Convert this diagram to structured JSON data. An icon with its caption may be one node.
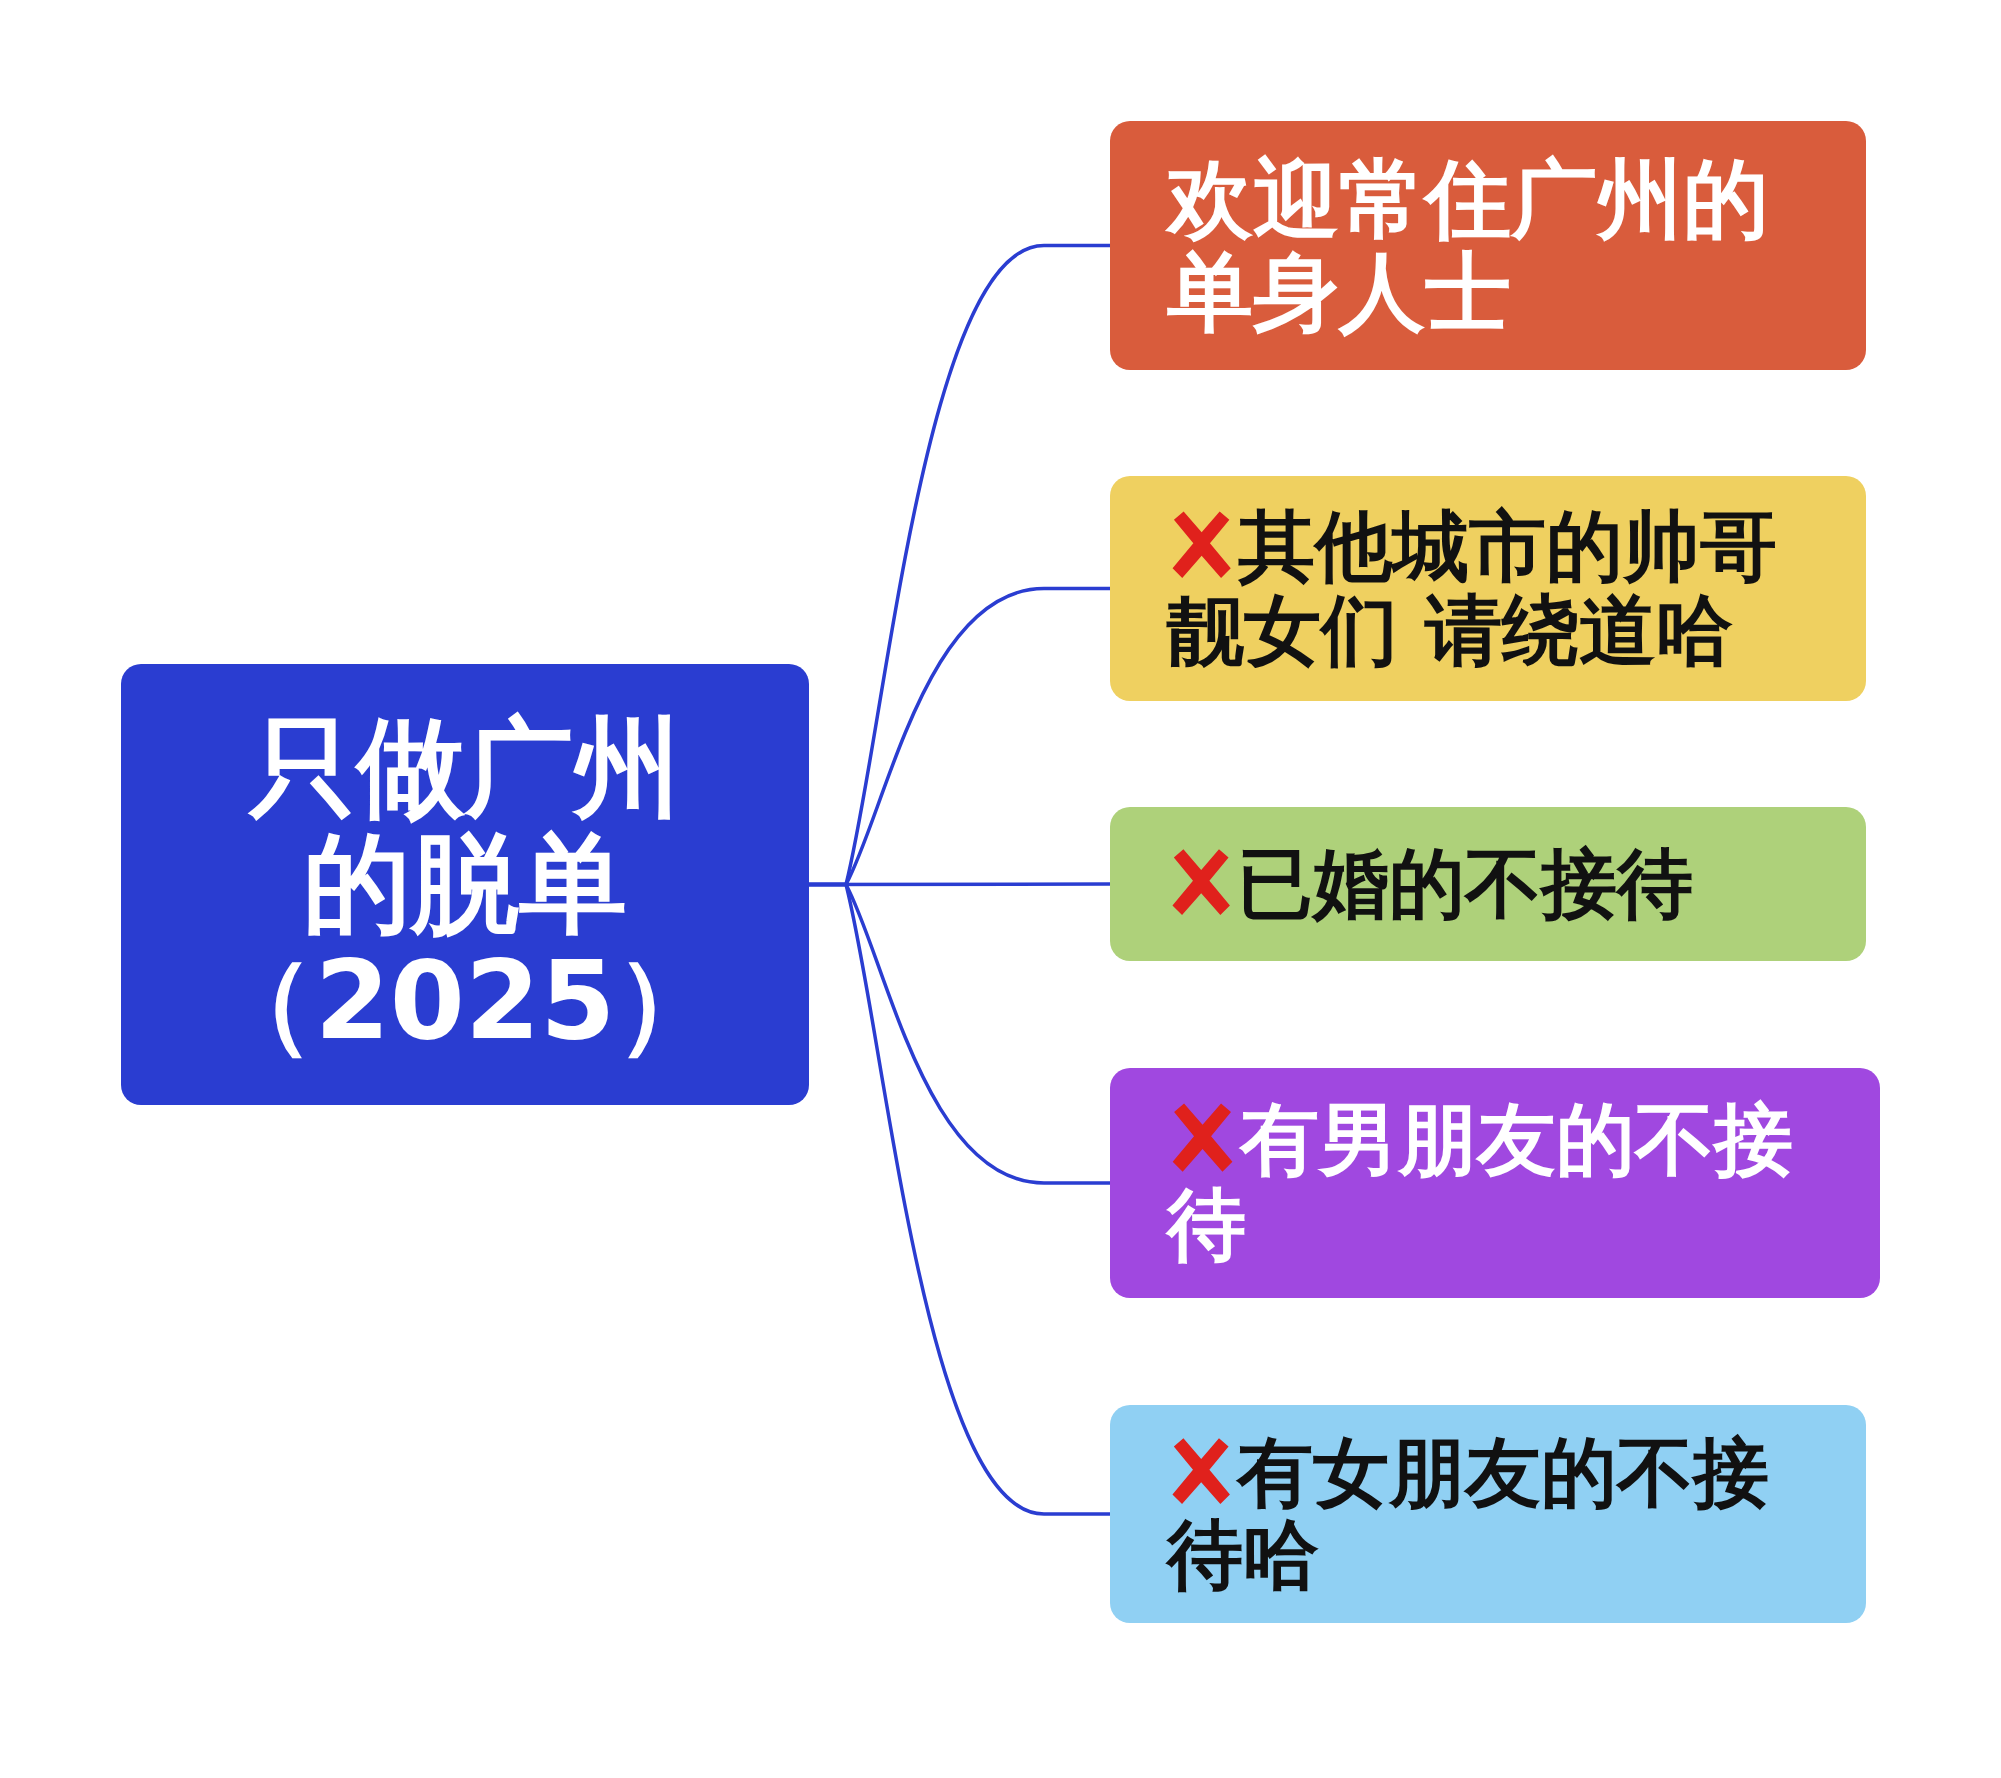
{
  "diagram": {
    "nodes": [
      {
        "text": [
          "只做广州的脱单（2025）"
        ]
      },
      {
        "text": [
          "欢迎常住广州的单身人士"
        ]
      },
      {
        "text": [
          "其他城市的帅哥靓女们 请绕道哈"
        ]
      },
      {
        "text": [
          "已婚的不接待"
        ]
      },
      {
        "text": [
          "有男朋友的不接待"
        ]
      },
      {
        "text": [
          "有女朋友的不接待哈"
        ]
      }
    ],
    "edges": [
      {
        "from": 0,
        "to": 1,
        "arrow": "none"
      },
      {
        "from": 0,
        "to": 2,
        "arrow": "none"
      },
      {
        "from": 0,
        "to": 3,
        "arrow": "none"
      },
      {
        "from": 0,
        "to": 4,
        "arrow": "none"
      },
      {
        "from": 0,
        "to": 5,
        "arrow": "none"
      }
    ]
  }
}
